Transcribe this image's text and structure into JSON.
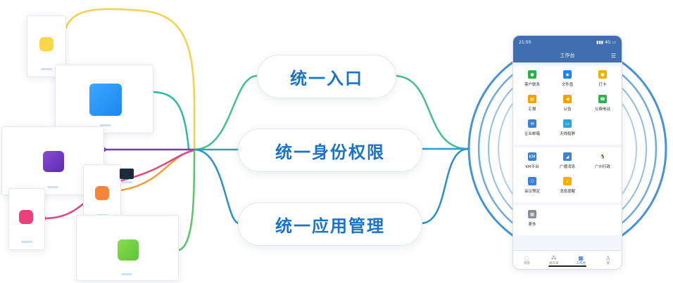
{
  "pills": [
    "统一入口",
    "统一身份权限",
    "统一应用管理"
  ],
  "phone": {
    "time": "21:00",
    "signal": "4G",
    "title": "工作台",
    "section1": [
      {
        "label": "客户联系",
        "icon": "chat-icon",
        "color": "#2bb24c"
      },
      {
        "label": "文件盘",
        "icon": "folder-icon",
        "color": "#1e88e5"
      },
      {
        "label": "打卡",
        "icon": "location-icon",
        "color": "#f2b100"
      },
      {
        "label": "汇报",
        "icon": "report-icon",
        "color": "#f2a200"
      },
      {
        "label": "公告",
        "icon": "announcement-icon",
        "color": "#f2a200"
      },
      {
        "label": "公费电话",
        "icon": "phone-icon",
        "color": "#2bb24c"
      },
      {
        "label": "企业邮箱",
        "icon": "mail-icon",
        "color": "#3b82d6"
      },
      {
        "label": "无线投屏",
        "icon": "cast-icon",
        "color": "#2aa7d8"
      }
    ],
    "section2": [
      {
        "label": "KM平台",
        "icon": "km-icon",
        "color": "#3b82d6",
        "glyph": "KM"
      },
      {
        "label": "广播消息",
        "icon": "broadcast-icon",
        "color": "#3b82d6"
      },
      {
        "label": "广州行政",
        "icon": "penguin-icon",
        "color": "#ffffff"
      },
      {
        "label": "会议预定",
        "icon": "meeting-icon",
        "color": "#3b82d6"
      },
      {
        "label": "消息提醒",
        "icon": "bell-icon",
        "color": "#f2b100"
      }
    ],
    "section3": [
      {
        "label": "更多",
        "icon": "grid-icon",
        "color": "#8a8f98"
      }
    ],
    "tabs": [
      {
        "label": "消息",
        "icon": "message-tab-icon"
      },
      {
        "label": "通讯录",
        "icon": "contacts-tab-icon"
      },
      {
        "label": "工作台",
        "icon": "workbench-tab-icon",
        "active": true
      },
      {
        "label": "我",
        "icon": "me-tab-icon"
      }
    ]
  },
  "colors": {
    "accent": "#1a73c9",
    "brand_bar": "#3f6fb0"
  }
}
